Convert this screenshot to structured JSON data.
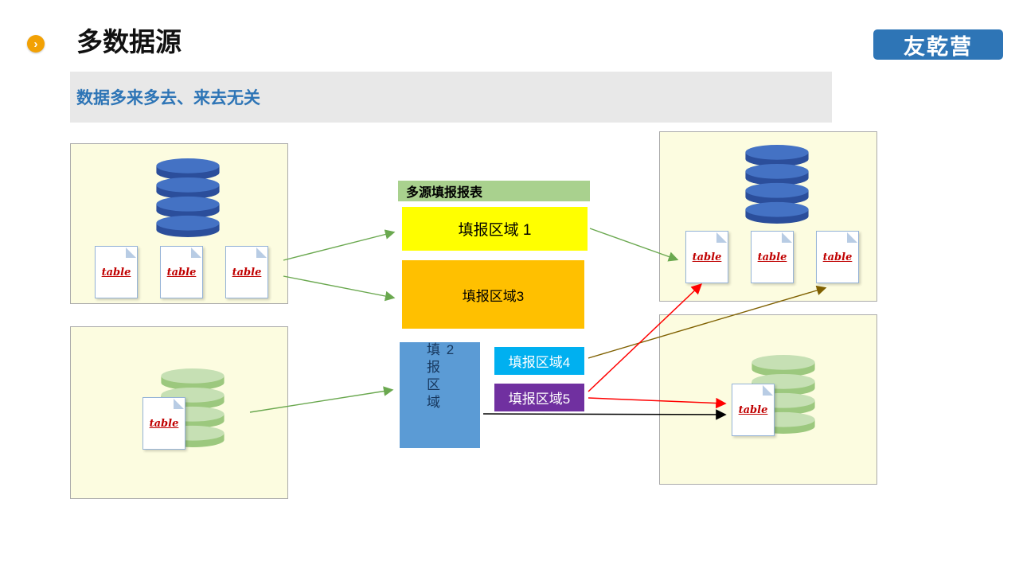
{
  "header": {
    "bullet_glyph": "›",
    "title": "多数据源",
    "logo": "友乾营"
  },
  "banner": {
    "text": "数据多来多去、来去无关"
  },
  "report": {
    "header": "多源填报报表",
    "area1": "填报区域 1",
    "area3": "填报区域3",
    "area2": "填报区域 2",
    "area4": "填报区域4",
    "area5": "填报区域5"
  },
  "doc_label": "table",
  "colors": {
    "logo_bg": "#2E75B6",
    "banner_bg": "#E8E8E8",
    "banner_text": "#2E75B6",
    "box_bg": "#FCFCE0",
    "report_header_bg": "#A9D18E",
    "area1_bg": "#FFFF00",
    "area3_bg": "#FFC000",
    "area2_bg": "#5B9BD5",
    "area4_bg": "#00B0F0",
    "area5_bg": "#7030A0",
    "db_blue": "#2B4E9B",
    "db_green": "#9CC87E",
    "arrow_green": "#6AA84F",
    "arrow_olive": "#7F6000",
    "arrow_red": "#FF0000",
    "arrow_black": "#000000",
    "table_text": "#C00000"
  }
}
